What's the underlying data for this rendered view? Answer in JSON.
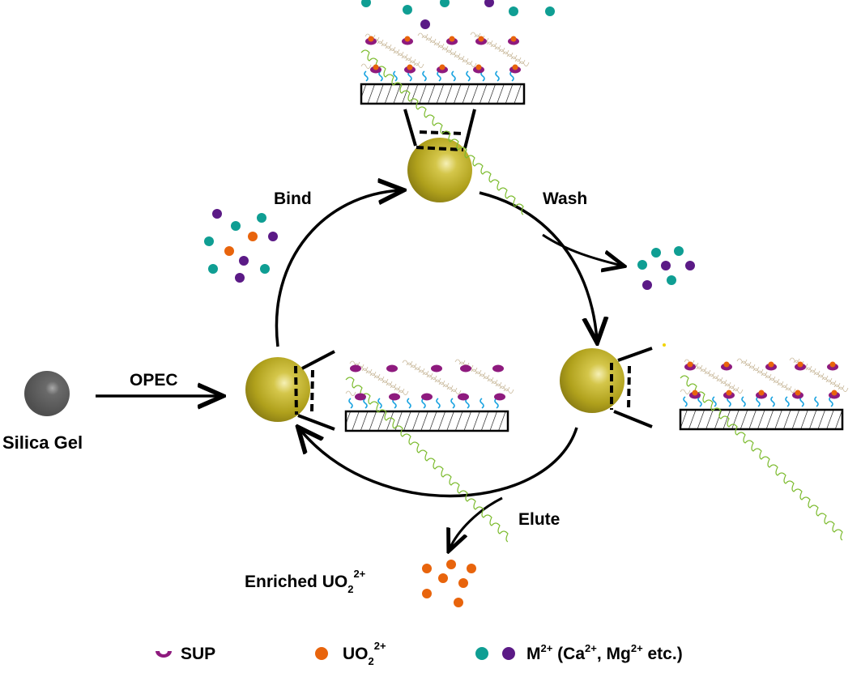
{
  "title": "OPEC uranyl enrichment cycle",
  "labels": {
    "silica_gel": "Silica Gel",
    "opec": "OPEC",
    "bind": "Bind",
    "wash": "Wash",
    "elute": "Elute",
    "enriched_prefix": "Enriched UO",
    "enriched_sub": "2",
    "enriched_sup": "2+"
  },
  "legend": {
    "sup": "SUP",
    "uo2_base": "UO",
    "uo2_sub": "2",
    "uo2_sup": "2+",
    "m2": "M",
    "m2_sup": "2+",
    "m2_rest1": " (Ca",
    "m2_sup2": "2+",
    "m2_rest2": ", Mg",
    "m2_sup3": "2+",
    "m2_rest3": " etc.)"
  },
  "colors": {
    "teal": "#0f9e93",
    "purple": "#5b1a86",
    "orange": "#e8640c",
    "sup": "#8e1a7e",
    "bead": "#b5a81e",
    "silica": "#555555",
    "protein_green": "#7cbb2e",
    "linker_blue": "#1aa3e0",
    "protein_tan": "#c8b89a"
  }
}
